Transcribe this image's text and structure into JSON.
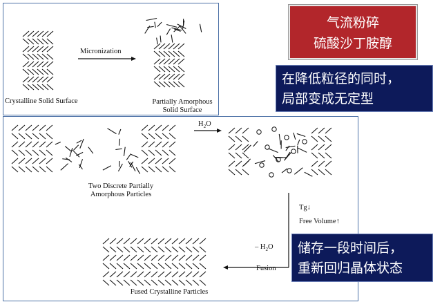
{
  "top_panel": {
    "arrow_label": "Micronization",
    "left_caption": "Crystalline Solid Surface",
    "right_caption_line1": "Partially Amorphous",
    "right_caption_line2": "Solid Surface"
  },
  "bottom_panel": {
    "water_label": "H2O",
    "particles_caption_line1": "Two Discrete Partially",
    "particles_caption_line2": "Amorphous Particles",
    "tg_label": "Tg↓",
    "free_volume_label": "Free Volume↑",
    "minus_water_label": "– H2O",
    "fusion_label": "Fusion",
    "fused_caption": "Fused Crystalline Particles"
  },
  "callouts": {
    "title_line1": "气流粉碎",
    "title_line2": "硫酸沙丁胺醇",
    "note1_line1": "在降低粒径的同时，",
    "note1_line2": "局部变成无定型",
    "note2_line1": "储存一段时间后，",
    "note2_line2": "重新回归晶体状态"
  },
  "colors": {
    "panel_border": "#4a6fa5",
    "title_box": "#b2262b",
    "note_box": "#0d1a5a",
    "ink": "#111111"
  }
}
